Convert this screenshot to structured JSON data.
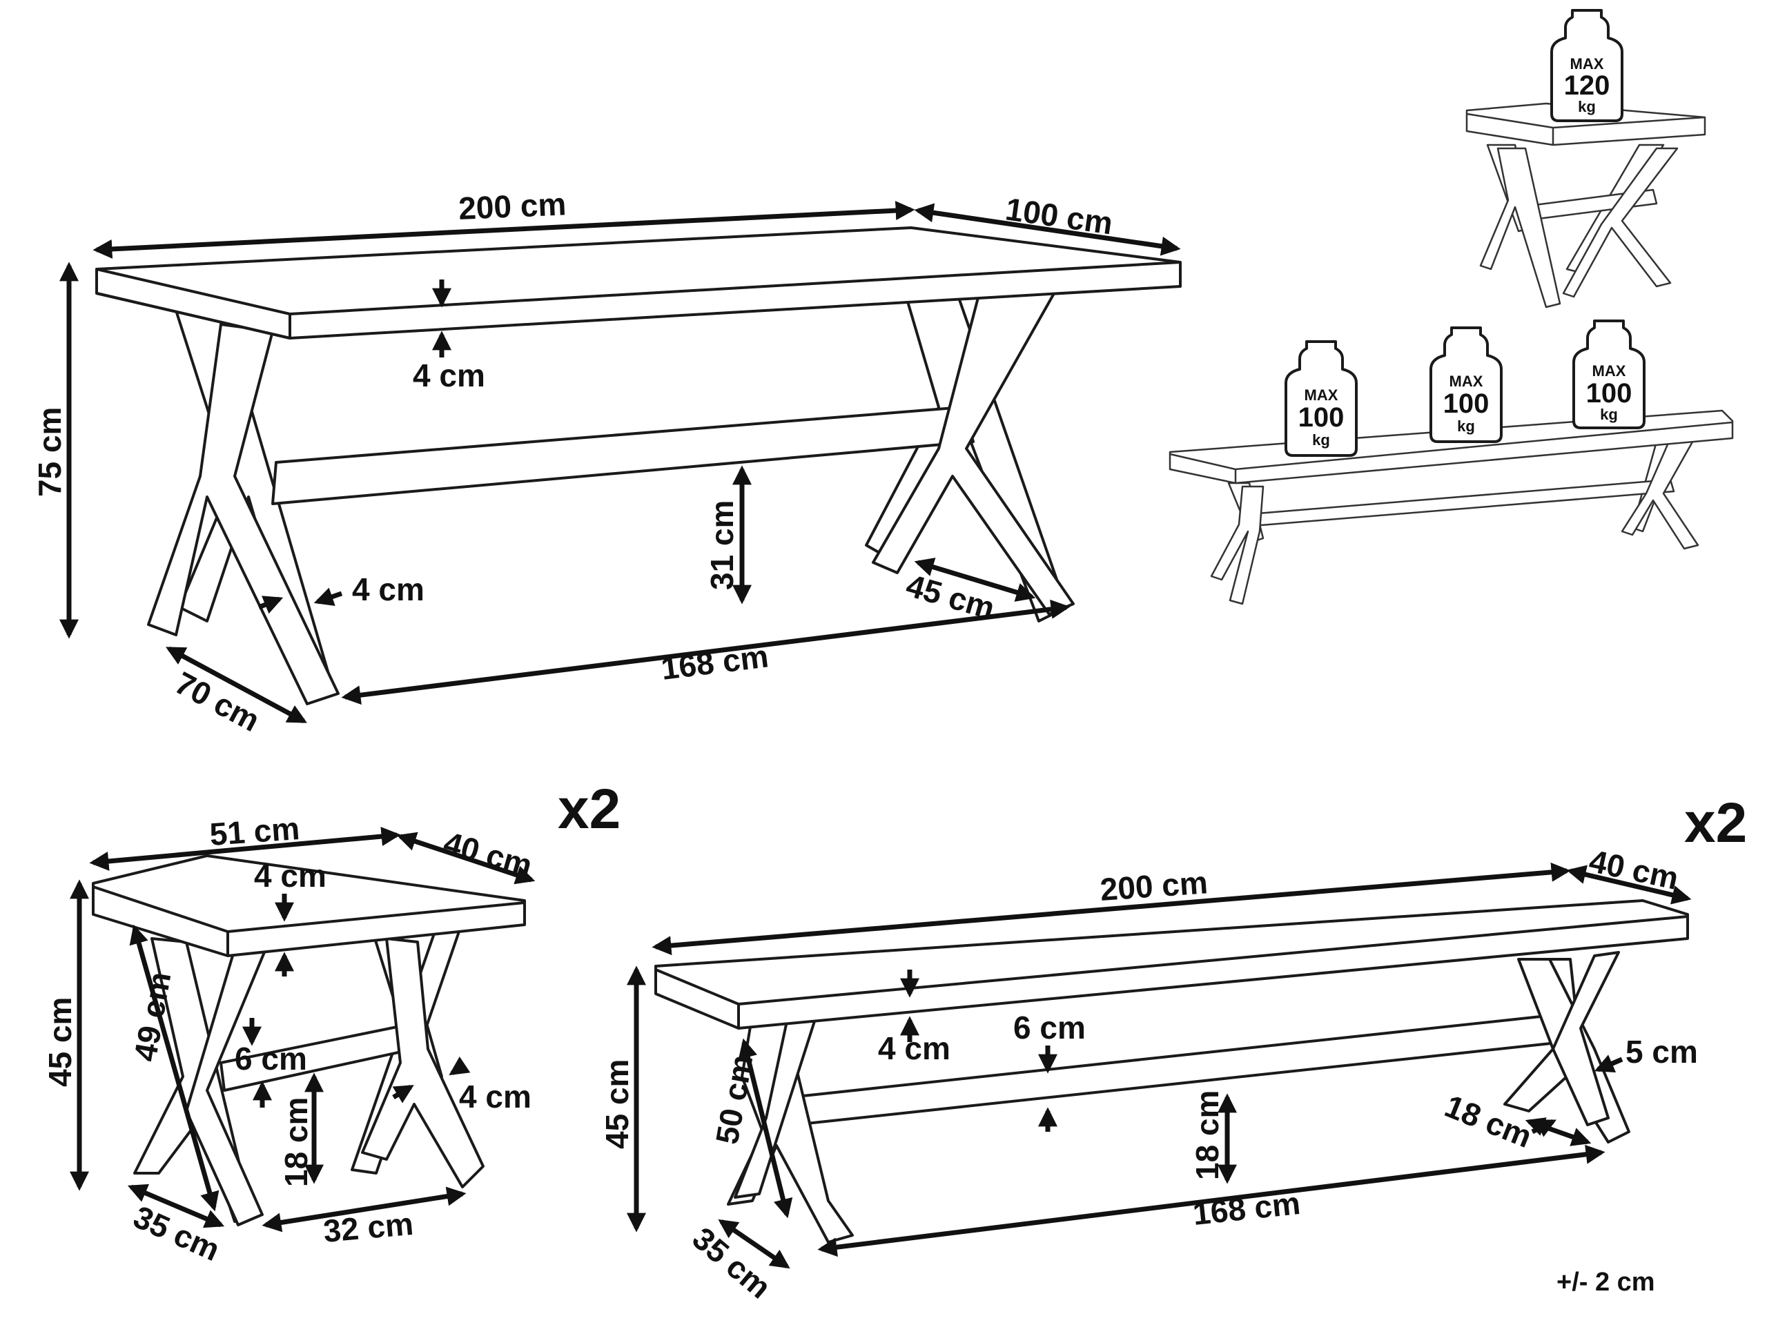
{
  "table": {
    "length": "200 cm",
    "width": "100 cm",
    "height": "75 cm",
    "top_thickness": "4 cm",
    "leg_thickness": "4 cm",
    "stretcher_height": "31 cm",
    "leg_width": "45 cm",
    "leg_depth": "70 cm",
    "inner_span": "168 cm"
  },
  "stool": {
    "multiplier": "x2",
    "length": "51 cm",
    "width": "40 cm",
    "height": "45 cm",
    "top_thickness": "4 cm",
    "diagonal": "49 cm",
    "stretcher": "6 cm",
    "leg_thickness": "4 cm",
    "stretcher_height": "18 cm",
    "leg_depth": "35 cm",
    "inner_span": "32 cm"
  },
  "bench": {
    "multiplier": "x2",
    "length": "200 cm",
    "width": "40 cm",
    "height": "45 cm",
    "top_thickness": "4 cm",
    "stretcher": "6 cm",
    "leg_thickness": "5 cm",
    "diagonal": "50 cm",
    "stretcher_height": "18 cm",
    "leg_width": "18 cm",
    "leg_depth": "35 cm",
    "inner_span": "168 cm"
  },
  "load": {
    "stool": {
      "top": "MAX",
      "value": "120",
      "unit": "kg"
    },
    "bench": [
      {
        "top": "MAX",
        "value": "100",
        "unit": "kg"
      },
      {
        "top": "MAX",
        "value": "100",
        "unit": "kg"
      },
      {
        "top": "MAX",
        "value": "100",
        "unit": "kg"
      }
    ]
  },
  "tolerance": "+/- 2 cm"
}
